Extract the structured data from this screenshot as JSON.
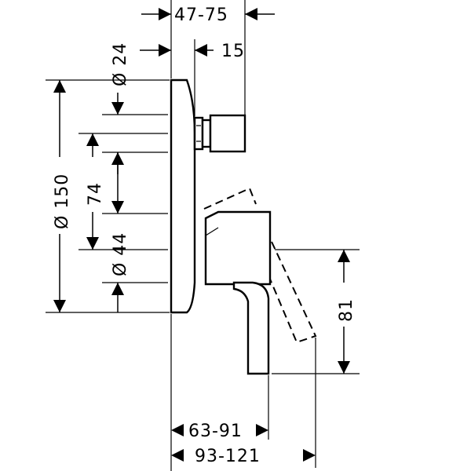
{
  "drawing": {
    "dimensions": {
      "wall_depth": "47-75",
      "bonnet_diameter": "Ø 24",
      "bonnet_projection": "15",
      "plate_diameter": "Ø 150",
      "bonnet_spacing": "74",
      "handle_base_diameter": "Ø 44",
      "handle_height": "81",
      "handle_projection": "63-91",
      "lever_reach": "93-121"
    }
  }
}
